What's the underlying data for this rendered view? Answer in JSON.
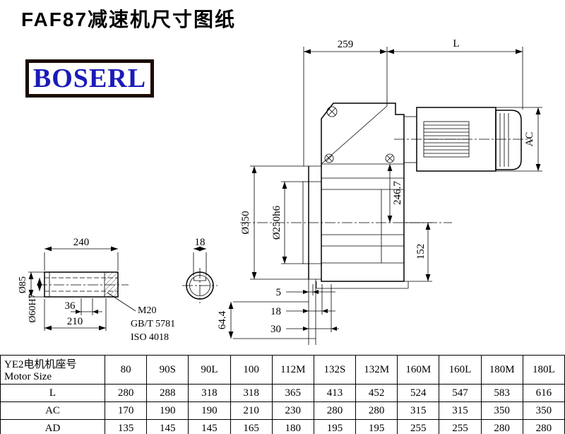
{
  "page": {
    "title": "FAF87减速机尺寸图纸",
    "logo": "BOSERL"
  },
  "drawing": {
    "dim_259": "259",
    "dim_L": "L",
    "dim_AC": "AC",
    "dim_246_7": "246.7",
    "dim_152": "152",
    "dim_d350": "Ø350",
    "dim_d250": "Ø250h6",
    "dim_5": "5",
    "dim_18_step": "18",
    "dim_30": "30",
    "dim_64_4": "64.4",
    "dim_240": "240",
    "dim_18_key": "18",
    "dim_d85": "Ø85",
    "dim_d60": "Ø60H7",
    "dim_36": "36",
    "dim_210": "210",
    "thread": "M20",
    "std_gb": "GB/T 5781",
    "std_iso": "ISO 4018"
  },
  "table": {
    "header_cn": "YE2电机机座号",
    "header_en": "Motor Size",
    "columns": [
      "80",
      "90S",
      "90L",
      "100",
      "112M",
      "132S",
      "132M",
      "160M",
      "160L",
      "180M",
      "180L"
    ],
    "rows": [
      {
        "label": "L",
        "values": [
          "280",
          "288",
          "318",
          "318",
          "365",
          "413",
          "452",
          "524",
          "547",
          "583",
          "616"
        ]
      },
      {
        "label": "AC",
        "values": [
          "170",
          "190",
          "190",
          "210",
          "230",
          "280",
          "280",
          "315",
          "315",
          "350",
          "350"
        ]
      },
      {
        "label": "AD",
        "values": [
          "135",
          "145",
          "145",
          "165",
          "180",
          "195",
          "195",
          "255",
          "255",
          "280",
          "280"
        ]
      }
    ]
  }
}
